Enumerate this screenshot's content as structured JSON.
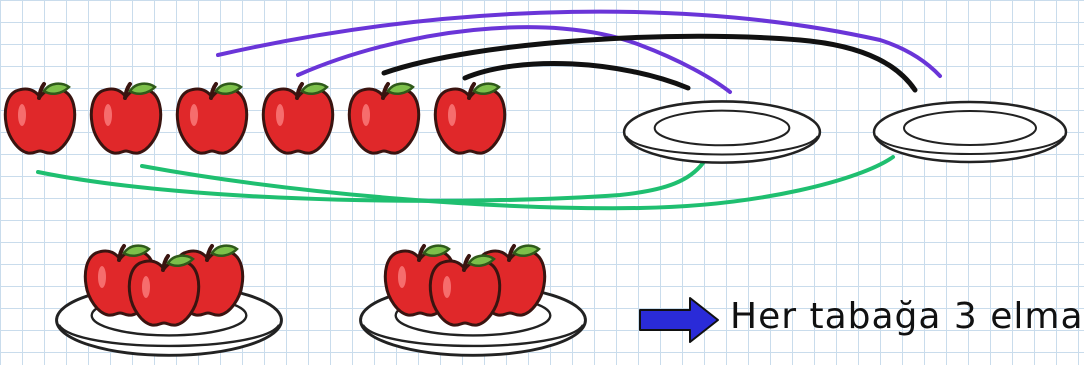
{
  "statement": "Her tabağa 3 elma",
  "counts": {
    "loose_apples": 6,
    "empty_plates": 2,
    "apples_per_filled_plate": 3,
    "filled_plates": 2
  },
  "icons": {
    "apple": "apple-icon",
    "plate": "plate-icon",
    "arrow": "arrow-right-icon"
  },
  "colors": {
    "apple_red": "#e0282a",
    "apple_outline": "#3a1410",
    "leaf_green": "#7cc04a",
    "curve_purple": "#6a35d8",
    "curve_black": "#111111",
    "curve_green": "#1fbf70",
    "arrow_blue": "#2a2bd8"
  }
}
